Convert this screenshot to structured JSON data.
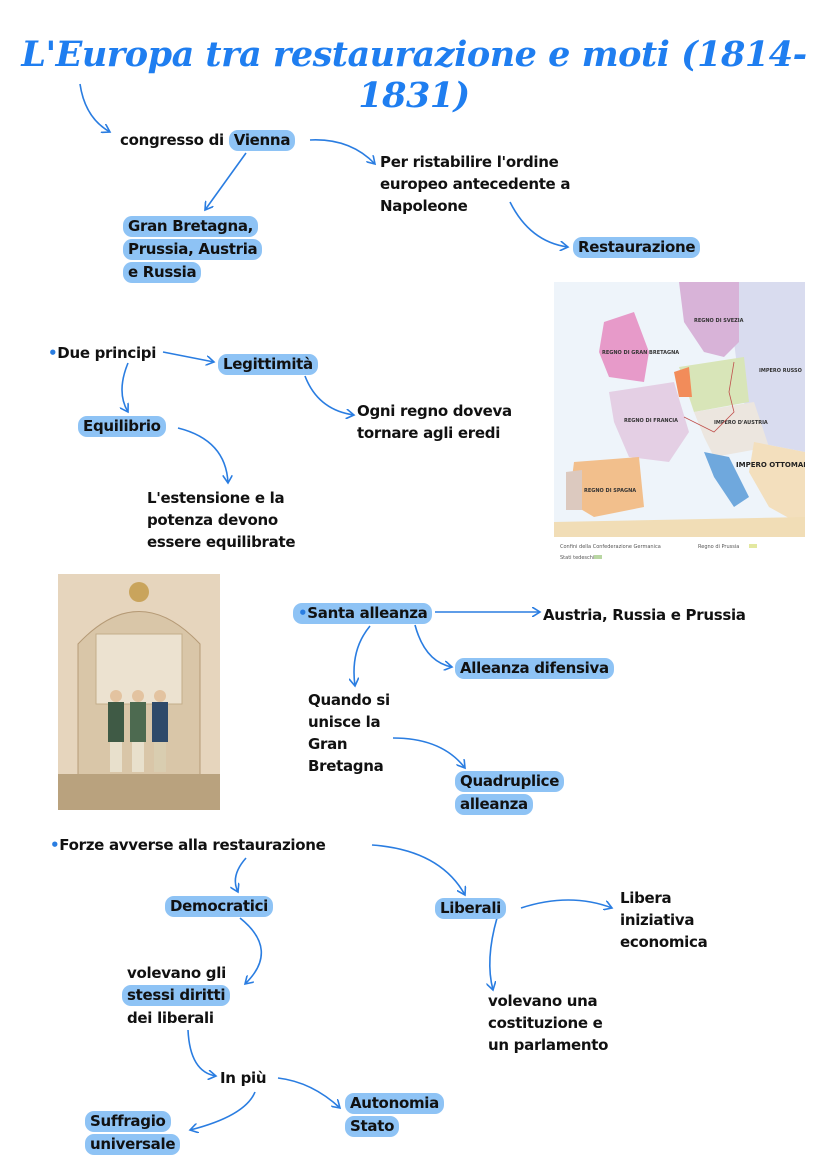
{
  "title": "L'Europa tra restaurazione e moti (1814-1831)",
  "section1": {
    "congresso": "congresso di",
    "vienna": "Vienna",
    "purpose": [
      "Per ristabilire l'ordine",
      "europeo antecedente a",
      "Napoleone"
    ],
    "restaurazione": "Restaurazione",
    "powers": [
      "Gran Bretagna,",
      "Prussia, Austria",
      "e Russia"
    ]
  },
  "section2": {
    "due_principi": "Due principi",
    "legittimita": "Legittimità",
    "legittimita_desc": [
      "Ogni regno doveva",
      "tornare agli eredi"
    ],
    "equilibrio": "Equilibrio",
    "equilibrio_desc": [
      "L'estensione e la",
      "potenza devono",
      "essere equilibrate"
    ]
  },
  "map": {
    "labels": [
      "REGNO DI FRANCIA",
      "REGNO DI SPAGNA",
      "IMPERO RUSSO",
      "IMPERO D'AUSTRIA",
      "IMPERO OTTOMANO",
      "REGNO DI GRAN BRETAGNA",
      "REGNO DI SVEZIA"
    ],
    "legend": [
      "Confini della Confederazione Germanica",
      "Regno di Prussia",
      "Stati tedeschi"
    ]
  },
  "section3": {
    "santa_alleanza": "Santa alleanza",
    "members": "Austria, Russia e Prussia",
    "difensiva": "Alleanza difensiva",
    "quando": [
      "Quando si",
      "unisce la",
      "Gran",
      "Bretagna"
    ],
    "quadruplice": [
      "Quadruplice",
      "alleanza"
    ]
  },
  "section4": {
    "forze": "Forze avverse alla restaurazione",
    "democratici": "Democratici",
    "liberali": "Liberali",
    "libera": [
      "Libera",
      "iniziativa",
      "economica"
    ],
    "volevano_dem_1": "volevano gli",
    "volevano_dem_2": "stessi diritti",
    "volevano_dem_3": "dei liberali",
    "volevano_lib": [
      "volevano una",
      "costituzione e",
      "un parlamento"
    ],
    "in_piu": "In più",
    "autonomia": [
      "Autonomia",
      "Stato"
    ],
    "suffragio": [
      "Suffragio",
      "universale"
    ]
  },
  "colors": {
    "accent": "#1f7ef0",
    "highlight": "#8ec3f5",
    "arrow": "#2a7de1"
  }
}
